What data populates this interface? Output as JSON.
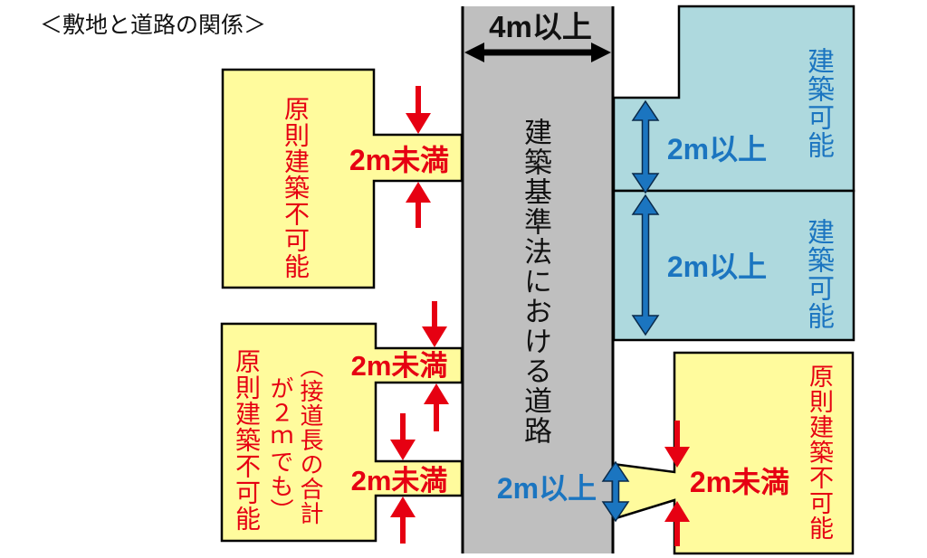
{
  "title": "＜敷地と道路の関係＞",
  "colors": {
    "road_fill": "#bfbfbf",
    "parcel_yellow": "#fffb9d",
    "parcel_teal": "#aed9de",
    "red": "#e60012",
    "blue": "#1b75c0"
  },
  "road": {
    "name": "建築基準法における道路",
    "width_label": "4m以上"
  },
  "parcels": {
    "top_left": {
      "status": "原則建築不可能",
      "frontage_label": "2m未満"
    },
    "middle_left": {
      "note_col_right": "（接道長の合計",
      "note_col_left": "が２ｍでも）",
      "status": "原則建築不可能",
      "frontage_label_upper": "2m未満",
      "frontage_label_lower": "2m未満"
    },
    "upper_right": {
      "status": "建築可能",
      "frontage_label": "2m以上"
    },
    "lower_right": {
      "status": "建築可能",
      "frontage_label": "2m以上"
    },
    "bottom_right": {
      "status": "原則建築不可能",
      "frontage_at_road_label": "2m以上",
      "frontage_at_parcel_label": "2m未満"
    }
  }
}
